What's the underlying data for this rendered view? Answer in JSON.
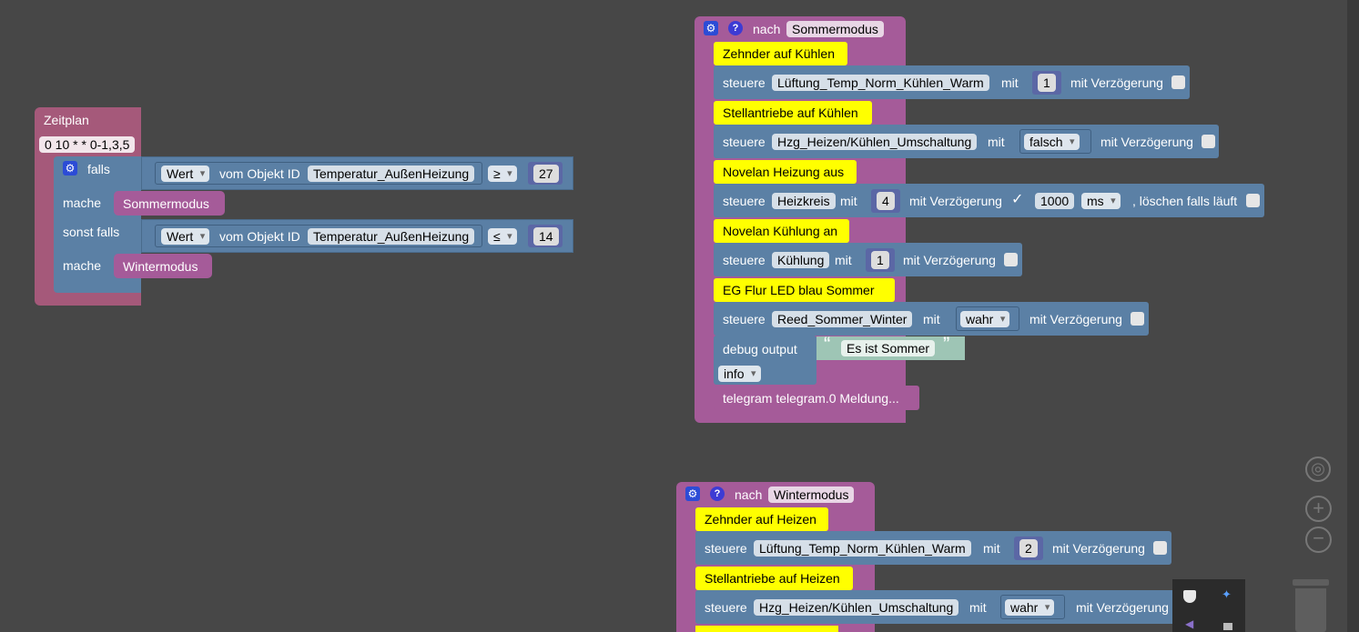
{
  "zeitplan": {
    "title": "Zeitplan",
    "cron": "0 10 * * 0-1,3,5",
    "falls": "falls",
    "mache1": "mache",
    "sonst_falls": "sonst falls",
    "mache2": "mache",
    "cond1": {
      "wert": "Wert",
      "vom": "vom Objekt ID",
      "id": "Temperatur_AußenHeizung",
      "op": "≥",
      "num": "27"
    },
    "cond2": {
      "wert": "Wert",
      "vom": "vom Objekt ID",
      "id": "Temperatur_AußenHeizung",
      "op": "≤",
      "num": "14"
    },
    "call1": "Sommermodus",
    "call2": "Wintermodus"
  },
  "sommer": {
    "nach": "nach",
    "name": "Sommermodus",
    "c1": "Zehnder auf Kühlen",
    "s1": {
      "steuere": "steuere",
      "obj": "Lüftung_Temp_Norm_Kühlen_Warm",
      "mit": "mit",
      "val": "1",
      "delay": "mit Verzögerung"
    },
    "c2": "Stellantriebe auf Kühlen",
    "s2": {
      "steuere": "steuere",
      "obj": "Hzg_Heizen/Kühlen_Umschaltung",
      "mit": "mit",
      "val": "falsch",
      "delay": "mit Verzögerung"
    },
    "c3": "Novelan Heizung aus",
    "s3": {
      "steuere": "steuere",
      "obj": "Heizkreis",
      "mit": "mit",
      "val": "4",
      "delay": "mit Verzögerung",
      "check": "✓",
      "ms_val": "1000",
      "unit": "ms",
      "clear": ", löschen falls läuft"
    },
    "c4": "Novelan Kühlung an",
    "s4": {
      "steuere": "steuere",
      "obj": "Kühlung",
      "mit": "mit",
      "val": "1",
      "delay": "mit Verzögerung"
    },
    "c5": "EG Flur LED blau Sommer",
    "s5": {
      "steuere": "steuere",
      "obj": "Reed_Sommer_Winter",
      "mit": "mit",
      "val": "wahr",
      "delay": "mit Verzögerung"
    },
    "debug": {
      "label": "debug output",
      "open_q": "“",
      "text": "Es ist Sommer",
      "close_q": "”",
      "level": "info"
    },
    "telegram": "telegram telegram.0 Meldung..."
  },
  "winter": {
    "nach": "nach",
    "name": "Wintermodus",
    "c1": "Zehnder auf Heizen",
    "s1": {
      "steuere": "steuere",
      "obj": "Lüftung_Temp_Norm_Kühlen_Warm",
      "mit": "mit",
      "val": "2",
      "delay": "mit Verzögerung"
    },
    "c2": "Stellantriebe auf Heizen",
    "s2": {
      "steuere": "steuere",
      "obj": "Hzg_Heizen/Kühlen_Umschaltung",
      "mit": "mit",
      "val": "wahr",
      "delay": "mit Verzögerung"
    }
  },
  "colors": {
    "procedure": "#a55b99",
    "logic": "#5b80a5",
    "comment": "#ffff00",
    "schedule": "#a5597a",
    "workspace": "#474747"
  }
}
